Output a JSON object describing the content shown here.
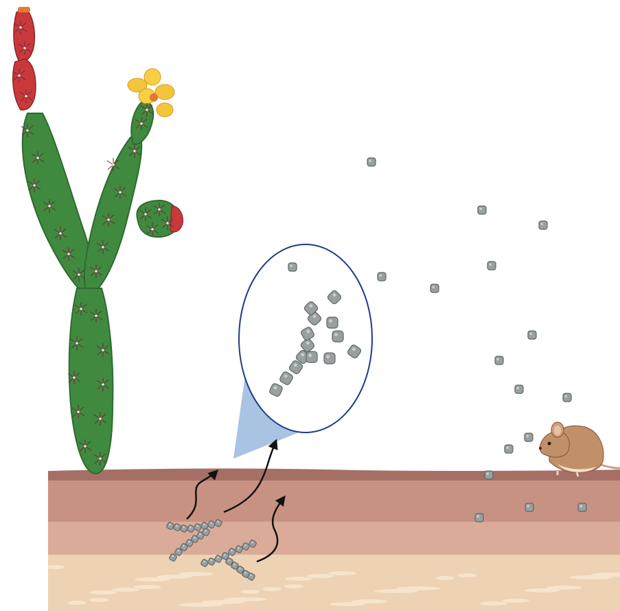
{
  "colors": {
    "background": "#ffffff",
    "cactus_green": "#3f8a3f",
    "cactus_dark": "#2e6b30",
    "fruit_red": "#c9393c",
    "flower_yellow": "#f4c53a",
    "spine": "#6b2a33",
    "soil_top": "#a66f66",
    "soil_mid": "#c89282",
    "soil_low": "#d9ab98",
    "sand": "#edd2b3",
    "spore_fill": "#9aa0a0",
    "spore_stroke": "#5e6566",
    "magnifier_ring": "#1f3a8a",
    "magnifier_cone": "#a9c3e2",
    "arrow": "#111111",
    "mouse_fur": "#c29068",
    "mouse_belly": "#f1e1cf"
  },
  "icons": {
    "plant": "prickly-pear-cactus",
    "flower": "cactus-flower",
    "fruit": "cactus-fruit",
    "animal": "desert-mouse",
    "magnifier": "magnifier-callout",
    "particles": "airborne-spores",
    "mycelium": "spore-chains-in-soil",
    "arrows": "dispersal-arrows"
  }
}
